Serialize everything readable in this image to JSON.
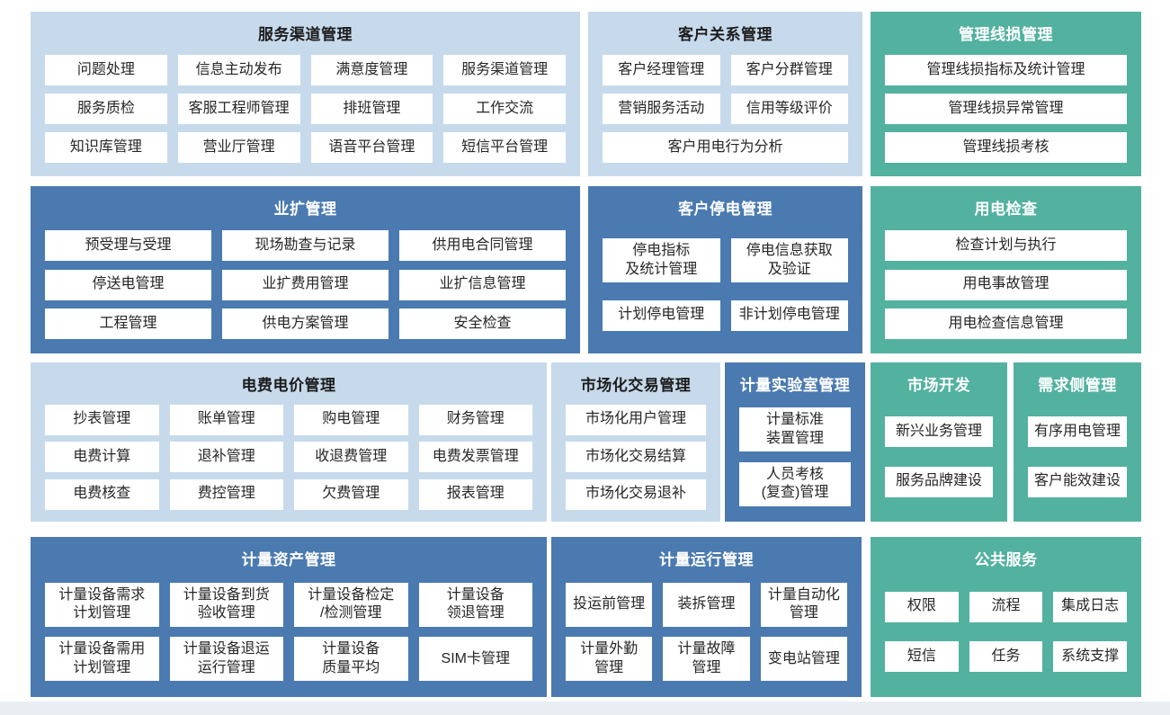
{
  "colors": {
    "panel_light_blue": "#c7daec",
    "panel_dark_blue": "#4a7ab0",
    "panel_teal": "#53b1a0",
    "item_box": "#ffffff",
    "text_dark": "#262626",
    "text_light": "#ffffff"
  },
  "panels": [
    {
      "title": "服务渠道管理",
      "variant": "light",
      "cols": 4,
      "items": [
        {
          "label": "问题处理"
        },
        {
          "label": "信息主动发布"
        },
        {
          "label": "满意度管理"
        },
        {
          "label": "服务渠道管理"
        },
        {
          "label": "服务质检"
        },
        {
          "label": "客服工程师管理"
        },
        {
          "label": "排班管理"
        },
        {
          "label": "工作交流"
        },
        {
          "label": "知识库管理"
        },
        {
          "label": "营业厅管理"
        },
        {
          "label": "语音平台管理"
        },
        {
          "label": "短信平台管理"
        }
      ]
    },
    {
      "title": "客户关系管理",
      "variant": "light",
      "cols": 2,
      "items": [
        {
          "label": "客户经理管理"
        },
        {
          "label": "客户分群管理"
        },
        {
          "label": "营销服务活动"
        },
        {
          "label": "信用等级评价"
        },
        {
          "label": "客户用电行为分析",
          "span": 2
        }
      ]
    },
    {
      "title": "管理线损管理",
      "variant": "teal",
      "cols": 1,
      "items": [
        {
          "label": "管理线损指标及统计管理"
        },
        {
          "label": "管理线损异常管理"
        },
        {
          "label": "管理线损考核"
        }
      ]
    },
    {
      "title": "业扩管理",
      "variant": "blue",
      "cols": 3,
      "items": [
        {
          "label": "预受理与受理"
        },
        {
          "label": "现场勘查与记录"
        },
        {
          "label": "供用电合同管理"
        },
        {
          "label": "停送电管理"
        },
        {
          "label": "业扩费用管理"
        },
        {
          "label": "业扩信息管理"
        },
        {
          "label": "工程管理"
        },
        {
          "label": "供电方案管理"
        },
        {
          "label": "安全检查"
        }
      ]
    },
    {
      "title": "客户停电管理",
      "variant": "blue",
      "cols": 2,
      "items": [
        {
          "label": "停电指标\n及统计管理"
        },
        {
          "label": "停电信息获取\n及验证"
        },
        {
          "label": "计划停电管理"
        },
        {
          "label": "非计划停电管理"
        }
      ]
    },
    {
      "title": "用电检查",
      "variant": "teal",
      "cols": 1,
      "items": [
        {
          "label": "检查计划与执行"
        },
        {
          "label": "用电事故管理"
        },
        {
          "label": "用电检查信息管理"
        }
      ]
    },
    {
      "title": "电费电价管理",
      "variant": "light",
      "cols": 4,
      "items": [
        {
          "label": "抄表管理"
        },
        {
          "label": "账单管理"
        },
        {
          "label": "购电管理"
        },
        {
          "label": "财务管理"
        },
        {
          "label": "电费计算"
        },
        {
          "label": "退补管理"
        },
        {
          "label": "收退费管理"
        },
        {
          "label": "电费发票管理"
        },
        {
          "label": "电费核查"
        },
        {
          "label": "费控管理"
        },
        {
          "label": "欠费管理"
        },
        {
          "label": "报表管理"
        }
      ]
    },
    {
      "title": "市场化交易管理",
      "variant": "light",
      "cols": 1,
      "items": [
        {
          "label": "市场化用户管理"
        },
        {
          "label": "市场化交易结算"
        },
        {
          "label": "市场化交易退补"
        }
      ]
    },
    {
      "title": "计量实验室管理",
      "variant": "blue",
      "cols": 1,
      "items": [
        {
          "label": "计量标准\n装置管理"
        },
        {
          "label": "人员考核\n(复查)管理"
        }
      ]
    },
    {
      "title": "市场开发",
      "variant": "teal",
      "cols": 1,
      "items": [
        {
          "label": "新兴业务管理"
        },
        {
          "label": "服务品牌建设"
        }
      ]
    },
    {
      "title": "需求侧管理",
      "variant": "teal",
      "cols": 1,
      "items": [
        {
          "label": "有序用电管理"
        },
        {
          "label": "客户能效建设"
        }
      ]
    },
    {
      "title": "计量资产管理",
      "variant": "blue",
      "cols": 4,
      "items": [
        {
          "label": "计量设备需求\n计划管理"
        },
        {
          "label": "计量设备到货\n验收管理"
        },
        {
          "label": "计量设备检定\n/检测管理"
        },
        {
          "label": "计量设备\n领退管理"
        },
        {
          "label": "计量设备需用\n计划管理"
        },
        {
          "label": "计量设备退运\n运行管理"
        },
        {
          "label": "计量设备\n质量平均"
        },
        {
          "label": "SIM卡管理"
        }
      ]
    },
    {
      "title": "计量运行管理",
      "variant": "blue",
      "cols": 3,
      "items": [
        {
          "label": "投运前管理"
        },
        {
          "label": "装拆管理"
        },
        {
          "label": "计量自动化\n管理"
        },
        {
          "label": "计量外勤\n管理"
        },
        {
          "label": "计量故障\n管理"
        },
        {
          "label": "变电站管理"
        }
      ]
    },
    {
      "title": "公共服务",
      "variant": "teal",
      "cols": 3,
      "items": [
        {
          "label": "权限"
        },
        {
          "label": "流程"
        },
        {
          "label": "集成日志"
        },
        {
          "label": "短信"
        },
        {
          "label": "任务"
        },
        {
          "label": "系统支撑"
        }
      ]
    }
  ]
}
